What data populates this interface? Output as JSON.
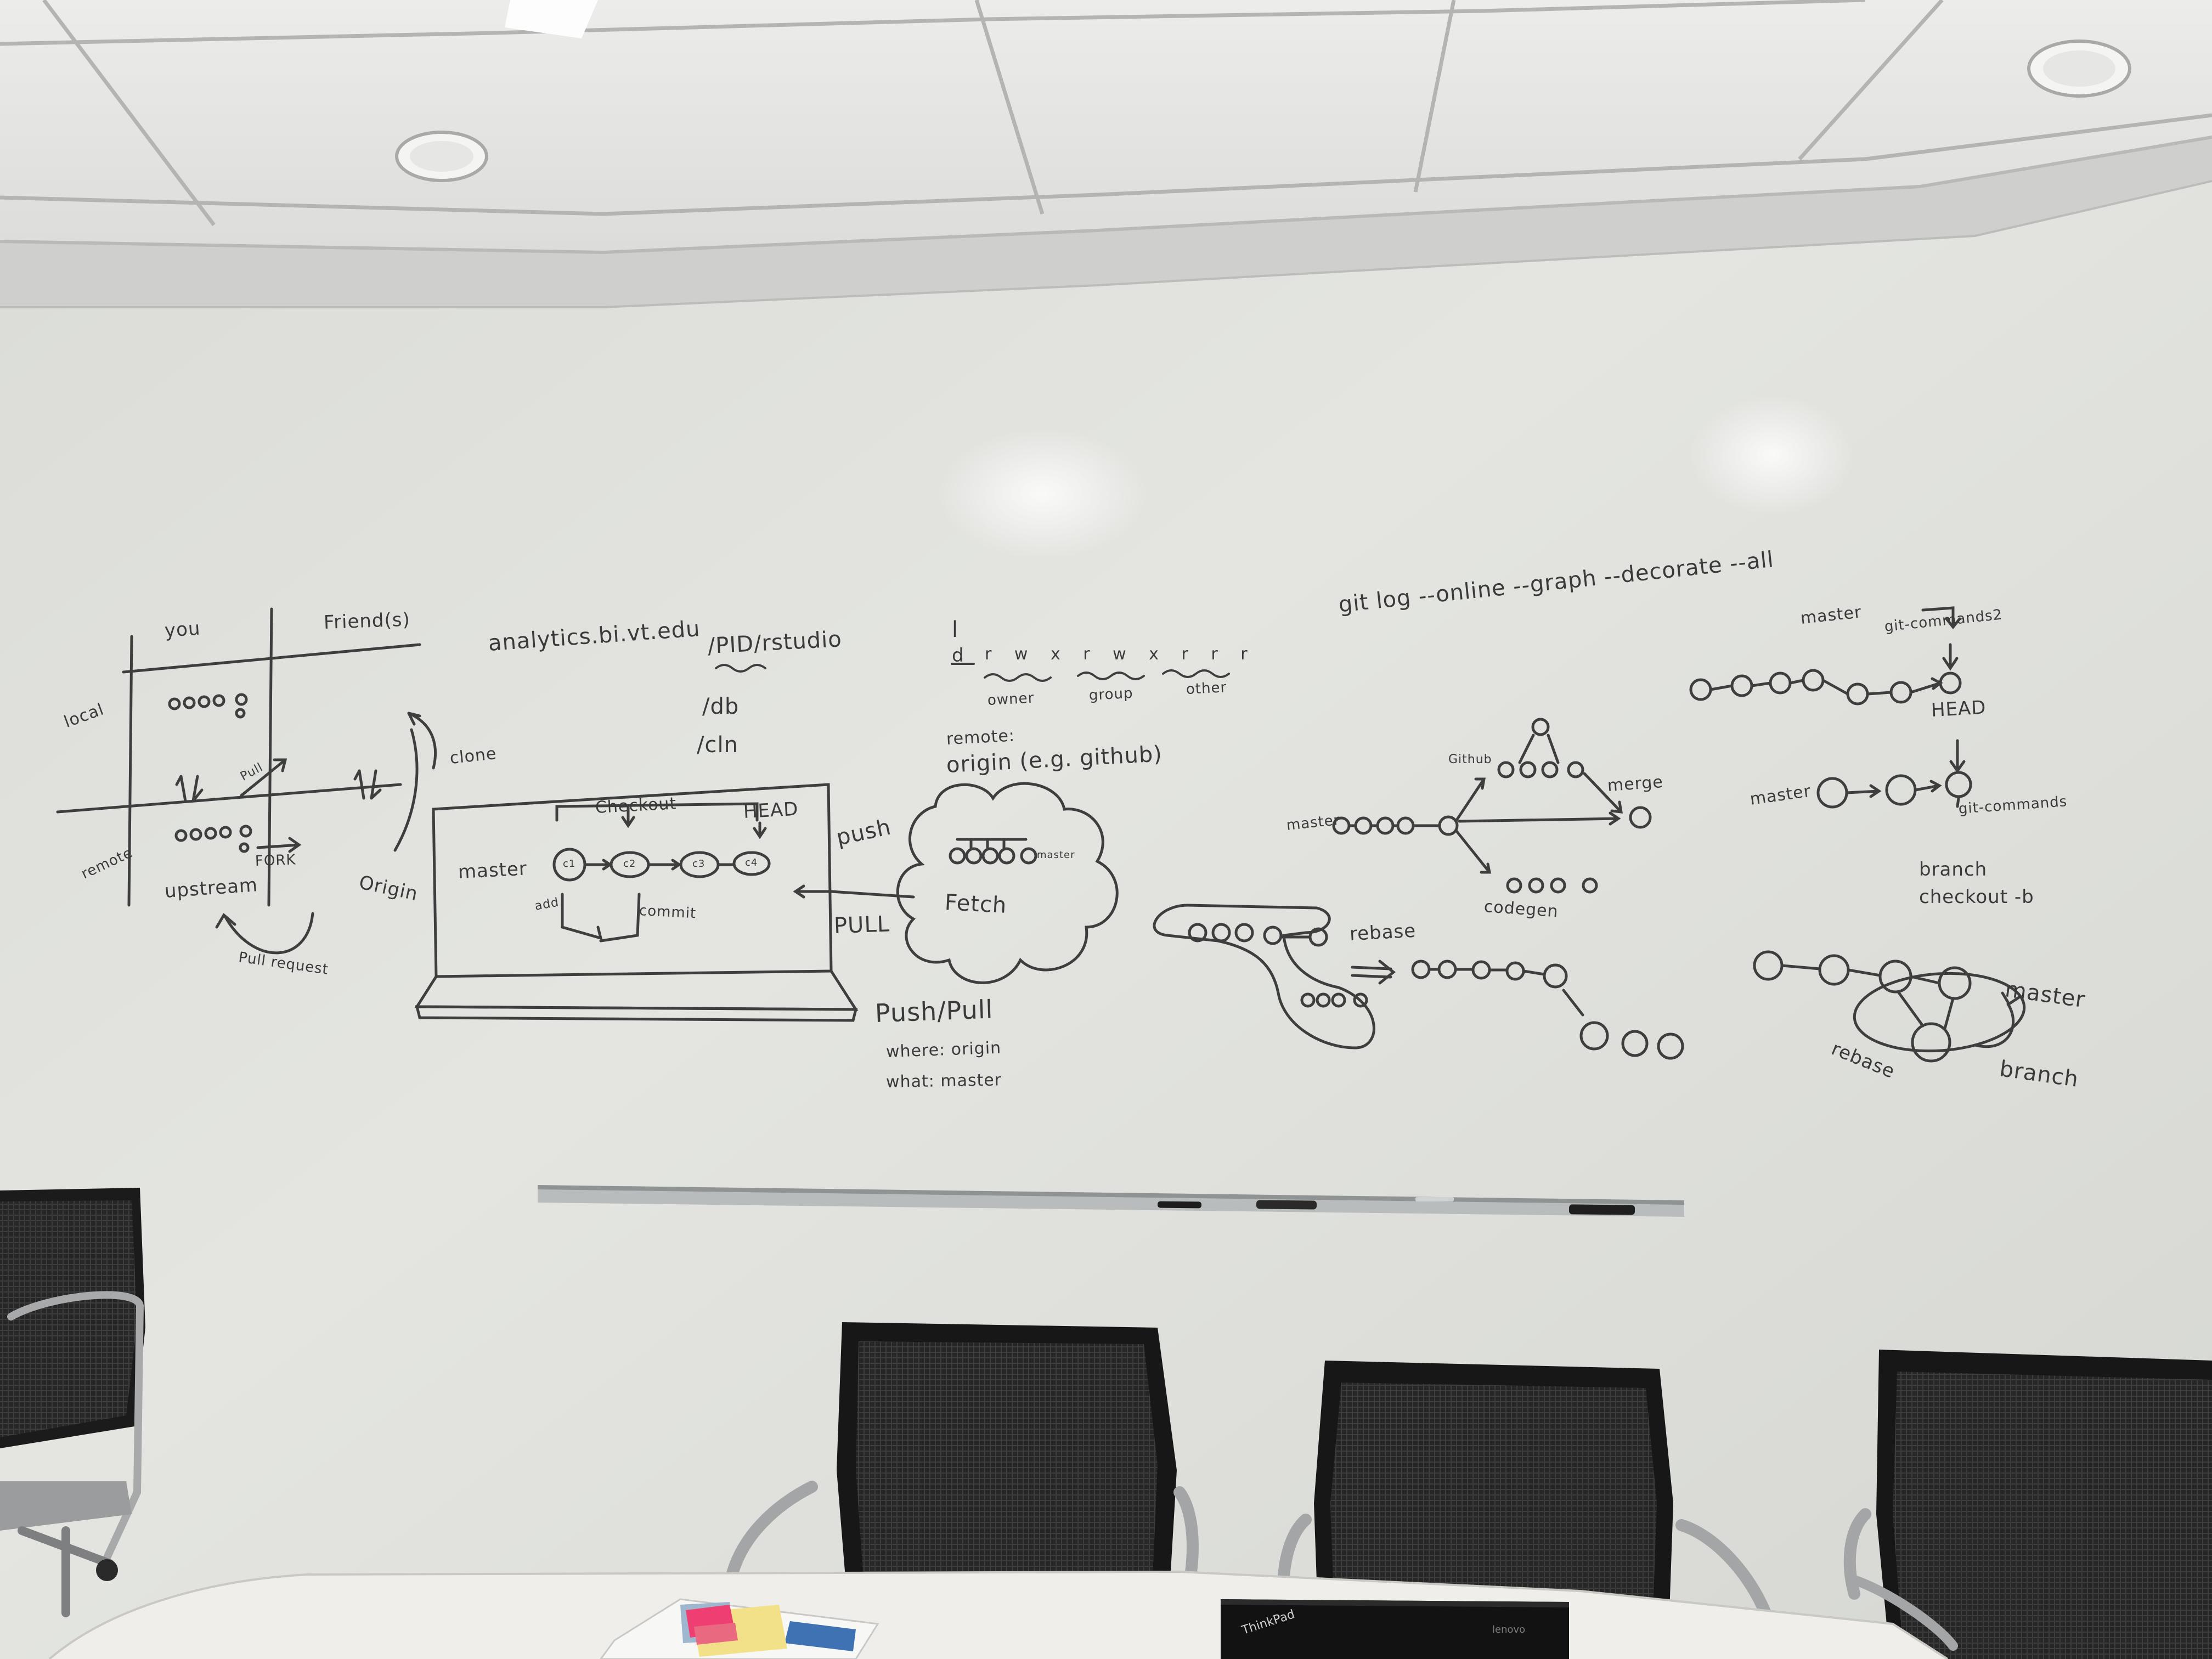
{
  "whiteboard": {
    "grid": {
      "col_you": "you",
      "col_friends": "Friend(s)",
      "row_local": "local",
      "row_remote": "remote",
      "label_pull": "Pull",
      "label_fork": "FORK",
      "label_upstream": "upstream",
      "label_pull_request": "Pull request",
      "label_clone": "clone",
      "label_origin": "Origin"
    },
    "server": {
      "host": "analytics.bi.vt.edu",
      "path": "/PID/rstudio",
      "dir_db": "/db",
      "dir_cln": "/cln"
    },
    "laptop": {
      "checkout": "Checkout",
      "head": "HEAD",
      "master": "master",
      "commits": [
        "c1",
        "c2",
        "c3",
        "c4"
      ],
      "add": "add",
      "commit": "commit"
    },
    "remote": {
      "permissions_l": "l",
      "permissions_d": "d",
      "permissions": "r w x   r w x   r r r",
      "owner": "owner",
      "group": "group",
      "other": "other",
      "remote_label": "remote:",
      "origin_label": "origin (e.g. github)",
      "push": "push",
      "pull": "PULL",
      "fetch": "Fetch",
      "cloud_master": "master",
      "push_pull": "Push/Pull",
      "where": "where: origin",
      "what": "what: master"
    },
    "gitlog": {
      "command": "git log --online --graph --decorate --all",
      "github": "Github",
      "master": "master",
      "merge": "merge",
      "codegen": "codegen",
      "rebase": "rebase"
    },
    "branching": {
      "master_top": "master",
      "branch_top": "git-commands2",
      "head": "HEAD",
      "master_mid": "master",
      "branch_mid": "git-commands",
      "branch_cmd": "branch",
      "checkout_cmd": "checkout -b",
      "master_low": "master",
      "rebase": "rebase",
      "branch_low": "branch"
    }
  },
  "objects": {
    "laptop_brand_1": "ThinkPad",
    "laptop_brand_2": "lenovo"
  }
}
